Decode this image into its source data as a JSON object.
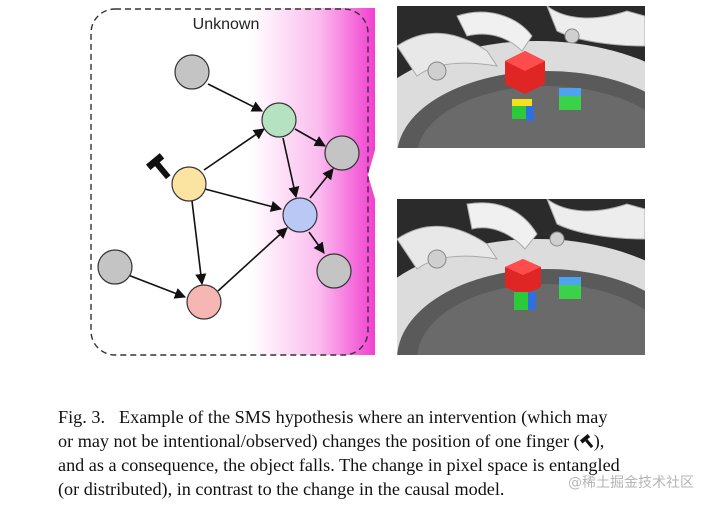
{
  "diagram": {
    "region_label": "Unknown",
    "node_colors": {
      "gray": "#c4c4c4",
      "green": "#b5e3c1",
      "yellow": "#fbe3a1",
      "blue": "#b9c8f5",
      "pink": "#f6b7b4"
    },
    "gradient_color": "#f23fd0",
    "hammer_icon": "hammer-icon"
  },
  "photos": [
    {
      "name": "robot-hand-before",
      "description_visible": false
    },
    {
      "name": "robot-hand-after",
      "description_visible": false
    }
  ],
  "caption": {
    "label": "Fig. 3.",
    "line1": "Example of the SMS hypothesis where an intervention (which may",
    "line2a": "or may not be intentional/observed) changes the position of one finger (",
    "line2b": "),",
    "line3": "and as a consequence, the object falls. The change in pixel space is entangled",
    "line4": "(or distributed), in contrast to the change in the causal model."
  },
  "watermark": "@稀土掘金技术社区"
}
